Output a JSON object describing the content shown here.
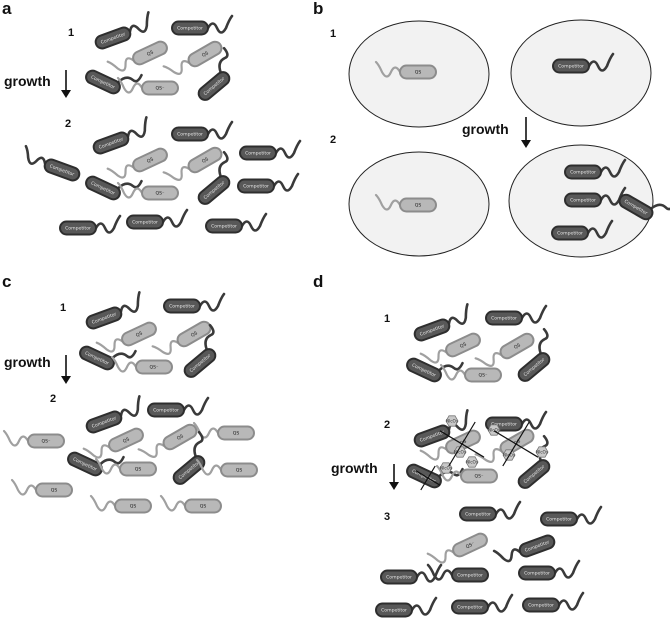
{
  "figure": {
    "panels": [
      {
        "letter": "a",
        "steps": [
          "1",
          "2"
        ],
        "growth_label": "growth"
      },
      {
        "letter": "b",
        "steps": [
          "1",
          "2"
        ],
        "growth_label": "growth"
      },
      {
        "letter": "c",
        "steps": [
          "1",
          "2"
        ],
        "growth_label": "growth"
      },
      {
        "letter": "d",
        "steps": [
          "1",
          "2",
          "3"
        ],
        "growth_label": "growth"
      }
    ],
    "cell_labels": {
      "dark": "Competitor",
      "light": "QS",
      "light_minus": "QS⁻",
      "toxin": "NlcOs"
    },
    "colors": {
      "dark_cell_fill": "#585858",
      "dark_cell_stroke": "#2e2e2e",
      "light_cell_fill": "#b8b8b8",
      "light_cell_stroke": "#8c8c8c",
      "flagellum_dark": "#3a3a3a",
      "flagellum_light": "#a0a0a0",
      "toxin_fill": "#c8c8c8"
    }
  }
}
